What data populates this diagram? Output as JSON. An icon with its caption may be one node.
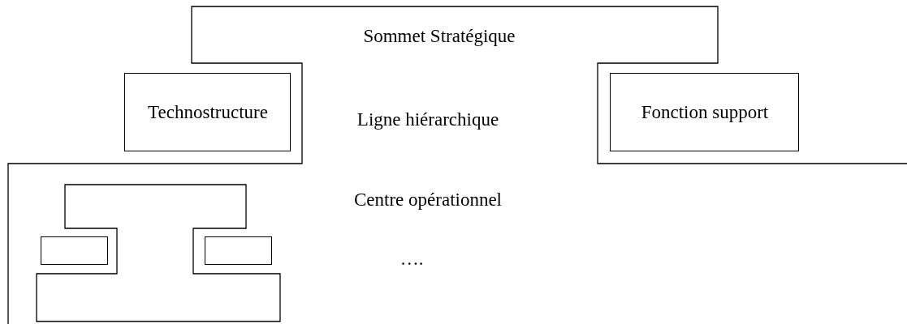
{
  "diagram": {
    "nodes": [
      {
        "text": [
          "Sommet Stratégique",
          "Ligne hiérarchique",
          "Centre opérationnel",
          "…."
        ]
      },
      {
        "text": [
          "Technostructure"
        ],
        "in": 0
      },
      {
        "text": [
          "Fonction support"
        ],
        "in": 0
      },
      {
        "text": [],
        "shape": "box",
        "in": 0
      },
      {
        "text": [],
        "shape": "box",
        "in": 0
      },
      {
        "text": [],
        "shape": "box",
        "in": 0
      }
    ]
  }
}
